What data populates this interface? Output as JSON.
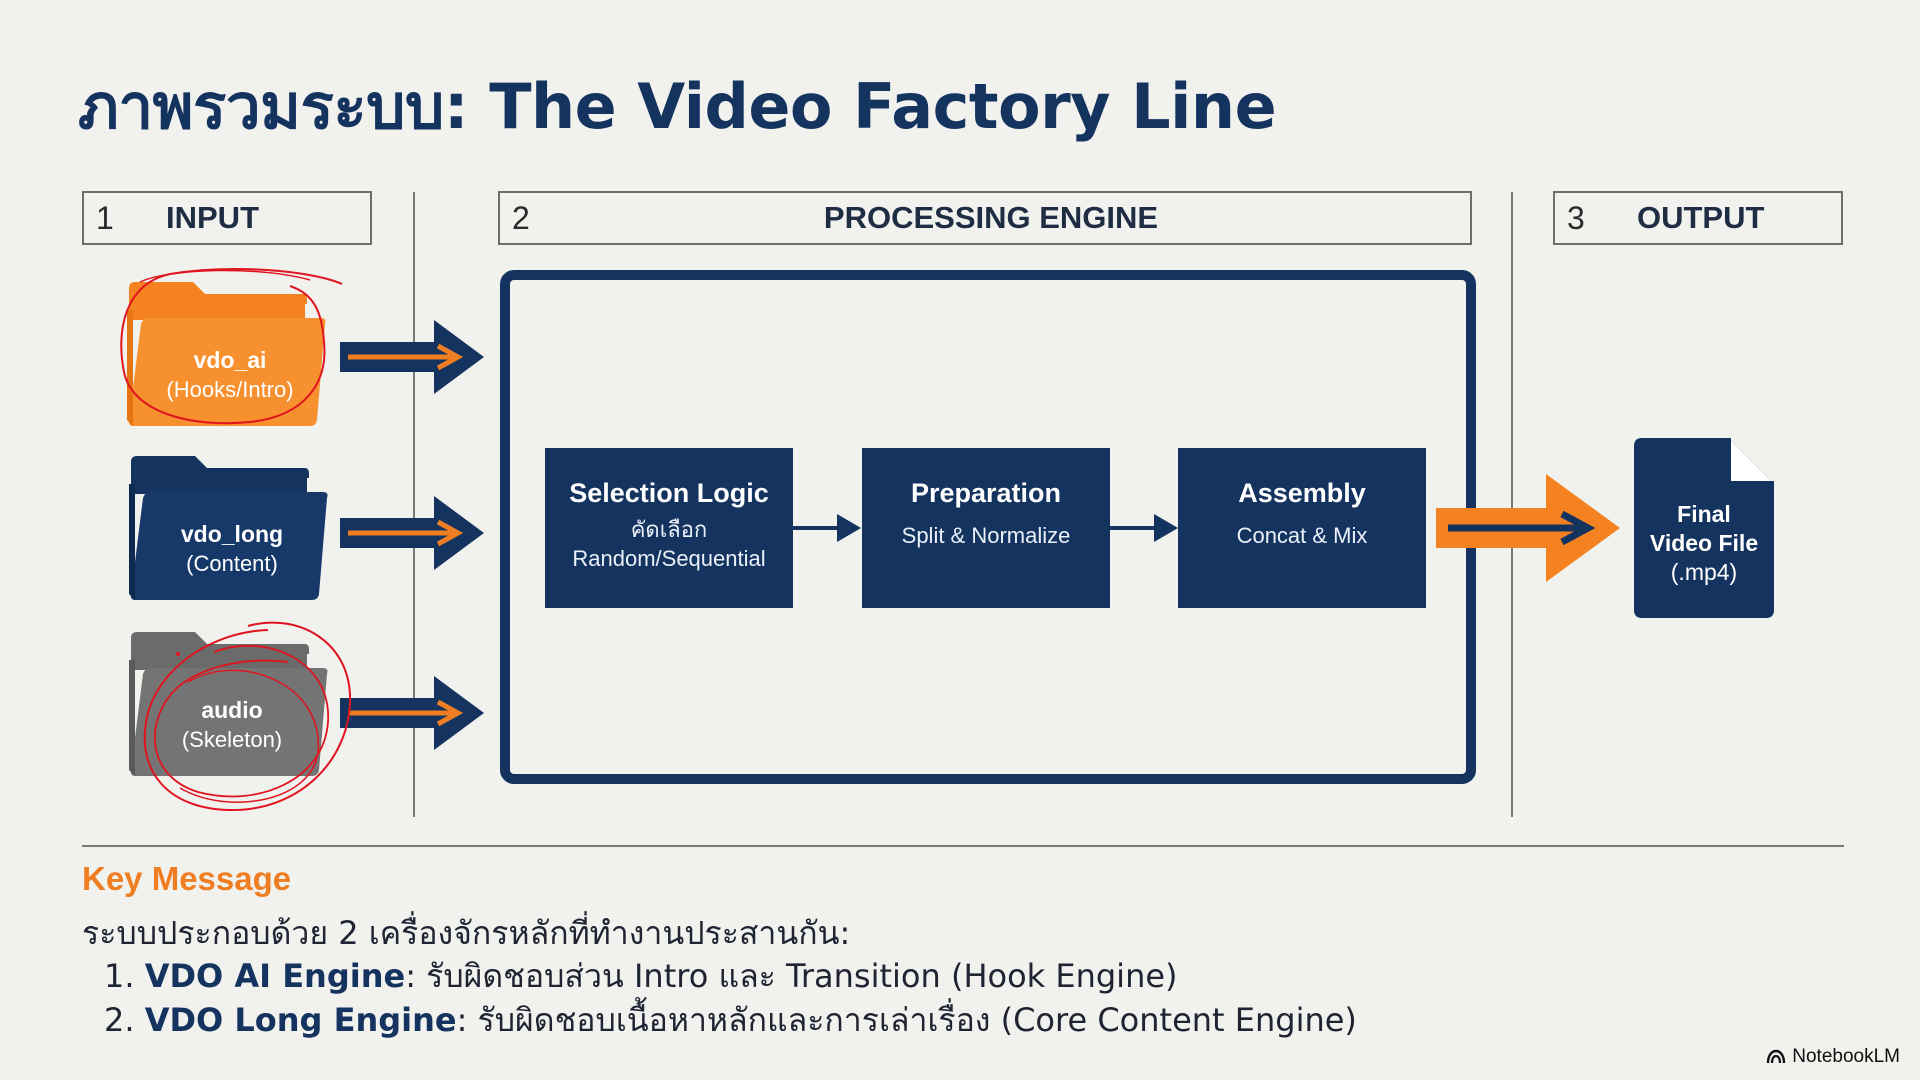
{
  "title": "ภาพรวมระบบ: The Video Factory Line",
  "stages": [
    {
      "number": "1",
      "label": "INPUT"
    },
    {
      "number": "2",
      "label": "PROCESSING ENGINE"
    },
    {
      "number": "3",
      "label": "OUTPUT"
    }
  ],
  "inputs": [
    {
      "name": "vdo_ai",
      "sub": "(Hooks/Intro)",
      "color": "#f58220"
    },
    {
      "name": "vdo_long",
      "sub": "(Content)",
      "color": "#14335f"
    },
    {
      "name": "audio",
      "sub": "(Skeleton)",
      "color": "#6b6b6b"
    }
  ],
  "steps": [
    {
      "title": "Selection Logic",
      "sub1": "คัดเลือก",
      "sub2": "Random/Sequential"
    },
    {
      "title": "Preparation",
      "sub1": "Split & Normalize",
      "sub2": ""
    },
    {
      "title": "Assembly",
      "sub1": "Concat & Mix",
      "sub2": ""
    }
  ],
  "output": {
    "line1": "Final",
    "line2": "Video File",
    "line3": "(.mp4)"
  },
  "key_message": {
    "title": "Key Message",
    "intro": "ระบบประกอบด้วย 2 เครื่องจักรหลักที่ทำงานประสานกัน:",
    "items": [
      {
        "num": "1.",
        "name": "VDO AI Engine",
        "desc": ": รับผิดชอบส่วน Intro และ Transition (Hook Engine)"
      },
      {
        "num": "2.",
        "name": "VDO Long Engine",
        "desc": ": รับผิดชอบเนื้อหาหลักและการเล่าเรื่อง (Core Content Engine)"
      }
    ]
  },
  "brand": "NotebookLM",
  "colors": {
    "navy": "#14335f",
    "orange": "#f58220",
    "gray": "#6b6b6b",
    "annotation": "#e0141e"
  }
}
